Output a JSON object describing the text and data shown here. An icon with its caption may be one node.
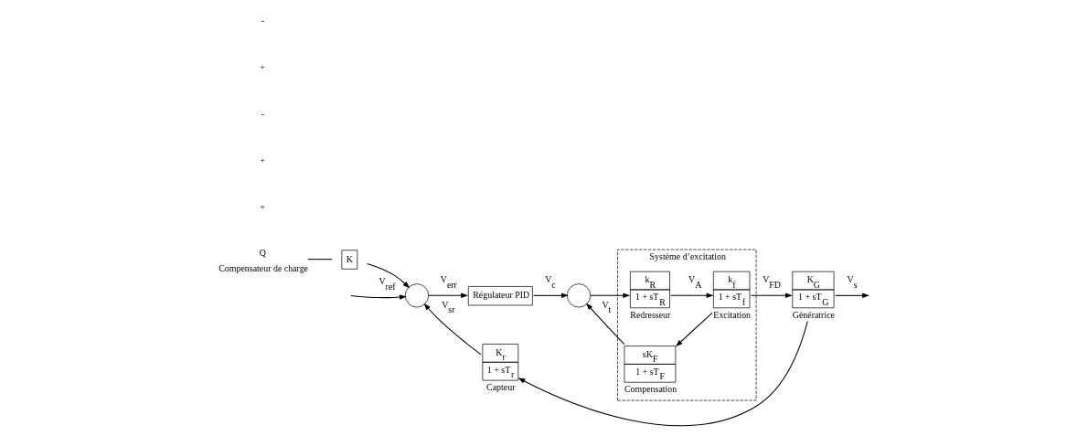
{
  "diagram": {
    "nodes": [
      {
        "text": [],
        "shape": "circle"
      },
      {
        "text": [
          "Régulateur PID"
        ]
      },
      {
        "text": [],
        "shape": "circle"
      },
      {
        "text": [
          "Système d’excitation"
        ]
      },
      {
        "text": [
          "k$_{R}$",
          "1 + sT$_{R}$"
        ],
        "in": 3,
        "beside": [
          "Redresseur"
        ]
      },
      {
        "text": [
          "k$_{f}$",
          "1 + sT$_{f}$"
        ],
        "in": 3,
        "beside": [
          "Excitation"
        ]
      },
      {
        "text": [
          "sK$_{F}$",
          "1 + sT$_{F}$"
        ],
        "in": 3,
        "beside": [
          "Compensation"
        ]
      },
      {
        "text": [
          "K$_{G}$",
          "1 + sT$_{G}$"
        ],
        "beside": [
          "Génératrice"
        ]
      },
      {
        "text": [
          "K$_{r}$",
          "1 + sT$_{r}$"
        ],
        "beside": [
          "Capteur"
        ]
      },
      {
        "text": [
          "K"
        ]
      },
      {
        "text": [
          "Q"
        ],
        "beside": [
          "Compensateur de charge"
        ]
      }
    ],
    "edges": [
      {
        "from": null,
        "to": 0,
        "arrow": "to",
        "label": "V$_{ref}$"
      },
      {
        "from": 0,
        "to": 1,
        "arrow": "to",
        "label": "V$_{err}$"
      },
      {
        "from": 1,
        "to": 2,
        "arrow": "to",
        "label": "V$_{c}$"
      },
      {
        "from": 2,
        "to": 4,
        "arrow": "to"
      },
      {
        "from": 4,
        "to": 5,
        "arrow": "to",
        "label": "V$_{A}$"
      },
      {
        "from": 5,
        "to": 7,
        "arrow": "to",
        "label": "V$_{FD}$"
      },
      {
        "from": 7,
        "to": null,
        "arrow": "to",
        "label": "V$_{s}$"
      },
      {
        "from": 5,
        "to": 6,
        "arrow": "to"
      },
      {
        "from": 6,
        "to": 2,
        "arrow": "to",
        "label": "V$_{t}$"
      },
      {
        "from": 7,
        "to": 8,
        "arrow": "to"
      },
      {
        "from": 8,
        "to": 0,
        "arrow": "to",
        "label": "V$_{sr}$"
      },
      {
        "from": 9,
        "to": 0,
        "arrow": "to"
      },
      {
        "from": 10,
        "to": 9,
        "arrow": "none"
      }
    ],
    "labels": [
      "+",
      "+",
      "-",
      "+",
      "-"
    ]
  }
}
